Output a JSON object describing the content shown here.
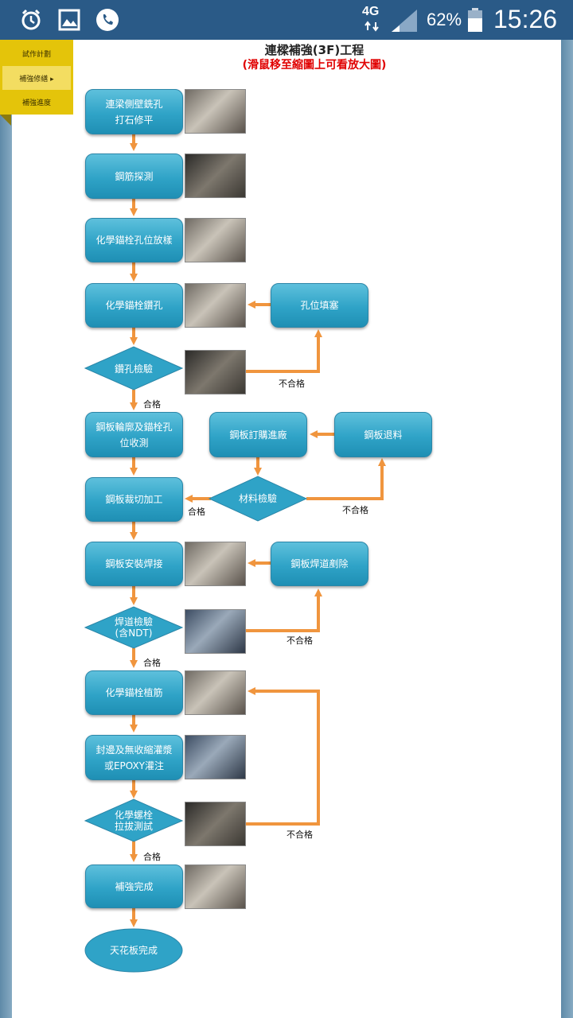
{
  "status_bar": {
    "network": "4G",
    "battery": "62%",
    "time": "15:26",
    "icons": [
      "alarm-icon",
      "image-icon",
      "phone-icon",
      "signal-icon",
      "battery-icon"
    ]
  },
  "menu": {
    "items": [
      {
        "label": "試作計劃"
      },
      {
        "label": "補強修繕 ▸"
      },
      {
        "label": "補強進度"
      }
    ]
  },
  "page": {
    "title": "連樑補強(3F)工程",
    "subtitle": "(滑鼠移至縮圖上可看放大圖)"
  },
  "flow": {
    "steps": {
      "s1": "連梁側壁銑孔\n打石修平",
      "s2": "鋼筋探測",
      "s3": "化學錨栓孔位放樣",
      "s4": "化學錨栓鑽孔",
      "d1": "鑽孔檢驗",
      "r1": "孔位填塞",
      "s5": "鋼板輪廓及錨栓孔\n位收測",
      "s6": "鋼板訂購進廠",
      "s7": "鋼板退料",
      "d2": "材料檢驗",
      "s8": "鋼板裁切加工",
      "s9": "鋼板安裝焊接",
      "r2": "鋼板焊道剷除",
      "d3": "焊道檢驗\n(含NDT)",
      "s10": "化學錨栓植筋",
      "s11": "封邊及無收縮灌漿\n或EPOXY灌注",
      "d4": "化學螺栓\n拉拔測試",
      "s12": "補強完成",
      "end": "天花板完成"
    },
    "labels": {
      "pass": "合格",
      "fail": "不合格"
    }
  },
  "colors": {
    "accent_orange": "#f0953e",
    "box_blue": "#2fa3c7",
    "menu_yellow": "#e4c40a",
    "status_bar": "#2a5a87",
    "subtitle_red": "#e00000"
  }
}
